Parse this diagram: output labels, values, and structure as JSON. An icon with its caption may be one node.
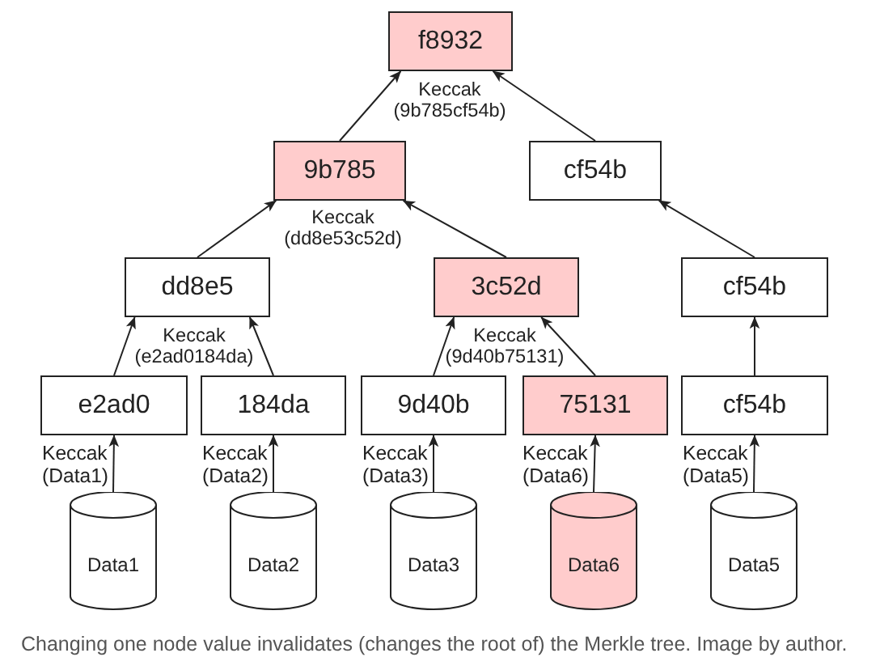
{
  "diagram": {
    "caption": "Changing one node value invalidates (changes the root of) the Merkle tree. Image by author.",
    "nodes": [
      {
        "text": [
          "f8932"
        ],
        "beside": [
          "Keccak (9b785cf54b)"
        ]
      },
      {
        "text": [
          "9b785"
        ],
        "beside": [
          "Keccak (dd8e53c52d)"
        ]
      },
      {
        "text": [
          "cf54b"
        ]
      },
      {
        "text": [
          "dd8e5"
        ],
        "beside": [
          "Keccak (e2ad0184da)"
        ]
      },
      {
        "text": [
          "3c52d"
        ],
        "beside": [
          "Keccak (9d40b75131)"
        ]
      },
      {
        "text": [
          "cf54b"
        ]
      },
      {
        "text": [
          "e2ad0"
        ]
      },
      {
        "text": [
          "184da"
        ]
      },
      {
        "text": [
          "9d40b"
        ]
      },
      {
        "text": [
          "75131"
        ]
      },
      {
        "text": [
          "cf54b"
        ]
      },
      {
        "text": [
          "Data1"
        ]
      },
      {
        "text": [
          "Data2"
        ]
      },
      {
        "text": [
          "Data3"
        ]
      },
      {
        "text": [
          "Data6"
        ]
      },
      {
        "text": [
          "Data5"
        ]
      }
    ],
    "edges": [
      {
        "from": 1,
        "to": 0,
        "arrow": "to"
      },
      {
        "from": 2,
        "to": 0,
        "arrow": "to"
      },
      {
        "from": 3,
        "to": 1,
        "arrow": "to"
      },
      {
        "from": 4,
        "to": 1,
        "arrow": "to"
      },
      {
        "from": 5,
        "to": 2,
        "arrow": "to"
      },
      {
        "from": 6,
        "to": 3,
        "arrow": "to"
      },
      {
        "from": 7,
        "to": 3,
        "arrow": "to"
      },
      {
        "from": 8,
        "to": 4,
        "arrow": "to"
      },
      {
        "from": 9,
        "to": 4,
        "arrow": "to"
      },
      {
        "from": 10,
        "to": 5,
        "arrow": "to"
      },
      {
        "from": 11,
        "to": 6,
        "arrow": "to",
        "label": "Keccak (Data1)"
      },
      {
        "from": 12,
        "to": 7,
        "arrow": "to",
        "label": "Keccak (Data2)"
      },
      {
        "from": 13,
        "to": 8,
        "arrow": "to",
        "label": "Keccak (Data3)"
      },
      {
        "from": 14,
        "to": 9,
        "arrow": "to",
        "label": "Keccak (Data6)"
      },
      {
        "from": 15,
        "to": 10,
        "arrow": "to",
        "label": "Keccak (Data5)"
      }
    ]
  }
}
